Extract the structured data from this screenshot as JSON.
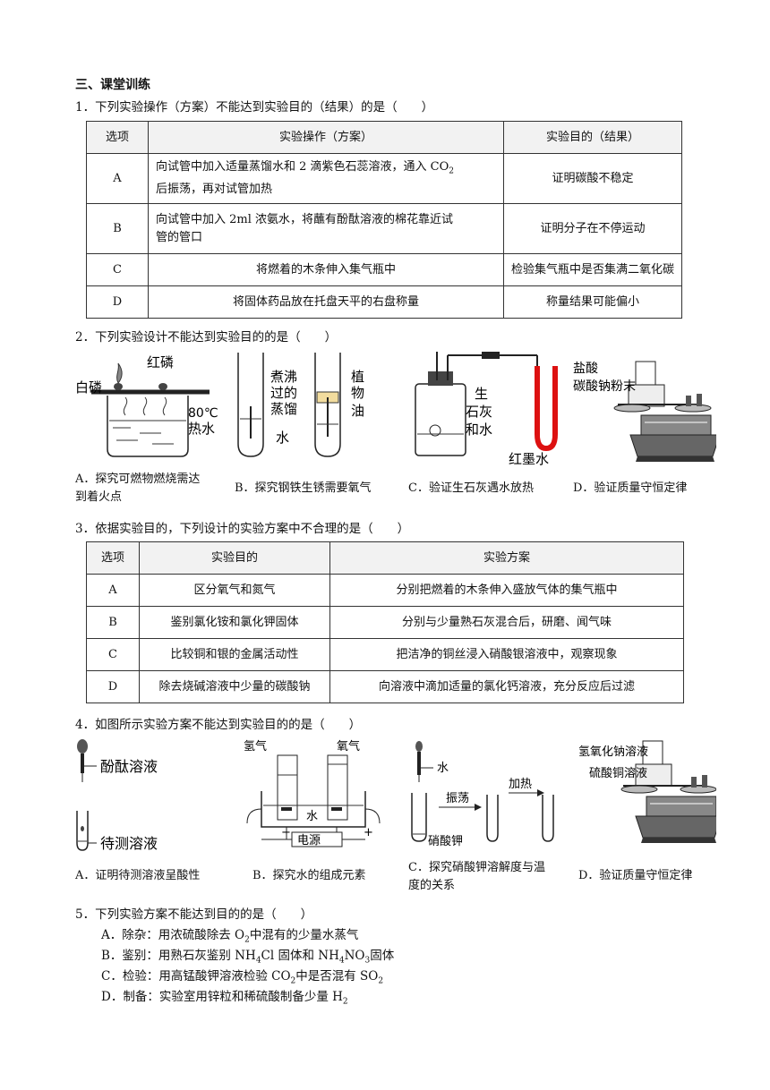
{
  "section_title": "三、课堂训练",
  "q1": {
    "text": "1．下列实验操作（方案）不能达到实验目的（结果）的是（　　）",
    "headers": [
      "选项",
      "实验操作（方案）",
      "实验目的（结果）"
    ],
    "rows": [
      {
        "opt": "A",
        "op1": "向试管中加入适量蒸馏水和 2 滴紫色石蕊溶液，通入 CO",
        "op1_sub": "2",
        "op2": "后振荡，再对试管加热",
        "goal": "证明碳酸不稳定"
      },
      {
        "opt": "B",
        "op1": "向试管中加入 2ml 浓氨水，将蘸有酚酞溶液的棉花靠近试",
        "op2": "管的管口",
        "goal": "证明分子在不停运动"
      },
      {
        "opt": "C",
        "op": "将燃着的木条伸入集气瓶中",
        "goal": "检验集气瓶中是否集满二氧化碳"
      },
      {
        "opt": "D",
        "op": "将固体药品放在托盘天平的右盘称量",
        "goal": "称量结果可能偏小"
      }
    ]
  },
  "q2": {
    "text": "2．下列实验设计不能达到实验目的的是（　　）",
    "labels": {
      "white_p": "白磷",
      "red_p": "红磷",
      "temp": "80℃",
      "hot_water": "热水",
      "boiled1": "煮沸",
      "boiled2": "过的",
      "boiled3": "蒸馏",
      "boiled4": "水",
      "oil1": "植",
      "oil2": "物",
      "oil3": "油",
      "lime1": "生",
      "lime2": "石灰",
      "lime3": "和水",
      "red_ink": "红墨水",
      "hcl": "盐酸",
      "na2co3": "碳酸钠粉末"
    },
    "options": [
      {
        "l1": "A．探究可燃物燃烧需达",
        "l2": "到着火点"
      },
      {
        "l1": "B．探究钢铁生锈需要氧气"
      },
      {
        "l1": "C．验证生石灰遇水放热"
      },
      {
        "l1": "D．验证质量守恒定律"
      }
    ]
  },
  "q3": {
    "text": "3．依据实验目的，下列设计的实验方案中不合理的是（　　）",
    "headers": [
      "选项",
      "实验目的",
      "实验方案"
    ],
    "rows": [
      {
        "opt": "A",
        "goal": "区分氧气和氮气",
        "plan": "分别把燃着的木条伸入盛放气体的集气瓶中"
      },
      {
        "opt": "B",
        "goal": "鉴别氯化铵和氯化钾固体",
        "plan": "分别与少量熟石灰混合后，研磨、闻气味"
      },
      {
        "opt": "C",
        "goal": "比较铜和银的金属活动性",
        "plan": "把洁净的铜丝浸入硝酸银溶液中，观察现象"
      },
      {
        "opt": "D",
        "goal": "除去烧碱溶液中少量的碳酸钠",
        "plan": "向溶液中滴加适量的氯化钙溶液，充分反应后过滤"
      }
    ]
  },
  "q4": {
    "text": "4．如图所示实验方案不能达到实验目的的是（　　）",
    "labels": {
      "phenol": "酚酞溶液",
      "test_sol": "待测溶液",
      "h2": "氢气",
      "o2": "氧气",
      "water": "水",
      "power": "电源",
      "minus": "−",
      "plus": "+",
      "water2": "水",
      "shake": "振荡",
      "heat": "加热",
      "kno3": "硝酸钾",
      "naoh": "氢氧化钠溶液",
      "cuso4": "硫酸铜溶液"
    },
    "options": [
      {
        "l1": "A．证明待测溶液呈酸性"
      },
      {
        "l1": "B．探究水的组成元素"
      },
      {
        "l1": "C．探究硝酸钾溶解度与温",
        "l2": "度的关系"
      },
      {
        "l1": "D．验证质量守恒定律"
      }
    ]
  },
  "q5": {
    "text": "5．下列实验方案不能达到目的的是（　　）",
    "options": [
      {
        "a": "A．除杂：用浓硫酸除去 O",
        "s1": "2",
        "b": "中混有的少量水蒸气"
      },
      {
        "a": "B．鉴别：用熟石灰鉴别 NH",
        "s1": "4",
        "b": "Cl 固体和 NH",
        "s2": "4",
        "c": "NO",
        "s3": "3",
        "d": "固体"
      },
      {
        "a": "C．检验：用高锰酸钾溶液检验 CO",
        "s1": "2",
        "b": "中是否混有 SO",
        "s2": "2"
      },
      {
        "a": "D．制备：实验室用锌粒和稀硫酸制备少量 H",
        "s1": "2"
      }
    ]
  }
}
